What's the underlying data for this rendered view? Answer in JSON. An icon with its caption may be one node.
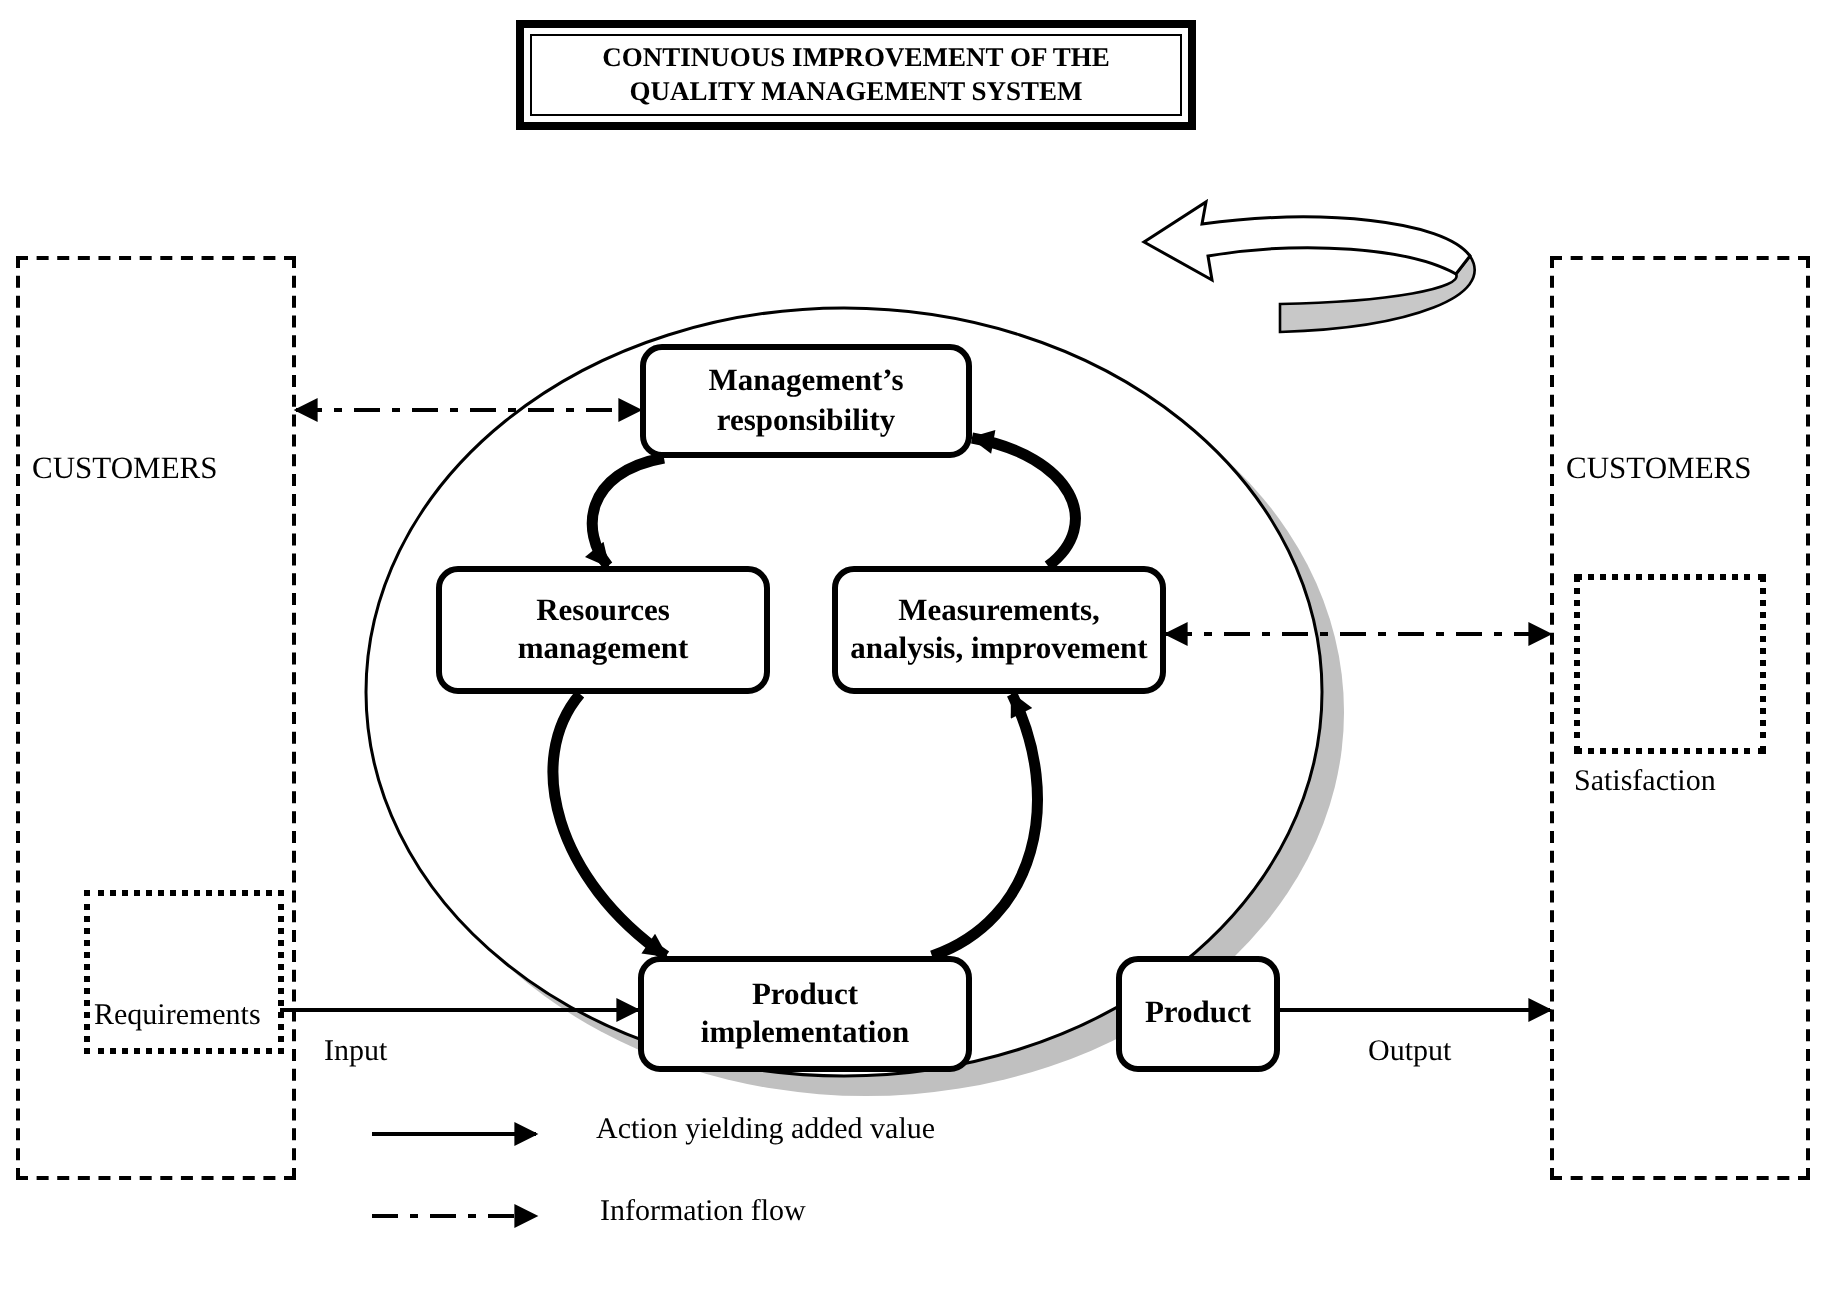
{
  "diagram": {
    "title": "CONTINUOUS IMPROVEMENT OF THE QUALITY MANAGEMENT SYSTEM",
    "nodes": [
      {
        "text": [
          "CUSTOMERS"
        ]
      },
      {
        "text": [
          "Requirements"
        ],
        "in": 0
      },
      {
        "text": [],
        "shape": "circle"
      },
      {
        "text": [
          "Management’s responsibility"
        ],
        "in": 2
      },
      {
        "text": [
          "Resources management"
        ],
        "in": 2
      },
      {
        "text": [
          "Measurements, analysis, improvement"
        ],
        "in": 2
      },
      {
        "text": [
          "Product implementation"
        ],
        "in": 2
      },
      {
        "text": [
          "Product"
        ]
      },
      {
        "text": [
          "CUSTOMERS"
        ]
      },
      {
        "text": [
          "Satisfaction"
        ],
        "in": 8
      }
    ],
    "edges": [
      {
        "from": 0,
        "to": 3,
        "arrow": "both",
        "style": "dashed"
      },
      {
        "from": 5,
        "to": 8,
        "arrow": "both",
        "style": "dashed"
      },
      {
        "from": 1,
        "to": 6,
        "arrow": "to",
        "label": "Input"
      },
      {
        "from": 7,
        "to": 8,
        "arrow": "to",
        "label": "Output"
      },
      {
        "from": 3,
        "to": 4,
        "arrow": "to",
        "style": "thick"
      },
      {
        "from": 4,
        "to": 6,
        "arrow": "to",
        "style": "thick"
      },
      {
        "from": 6,
        "to": 5,
        "arrow": "to",
        "style": "thick"
      },
      {
        "from": 5,
        "to": 3,
        "arrow": "to",
        "style": "thick"
      }
    ],
    "legend": [
      {
        "text": "Action yielding added value"
      },
      {
        "text": "Information flow"
      }
    ]
  }
}
